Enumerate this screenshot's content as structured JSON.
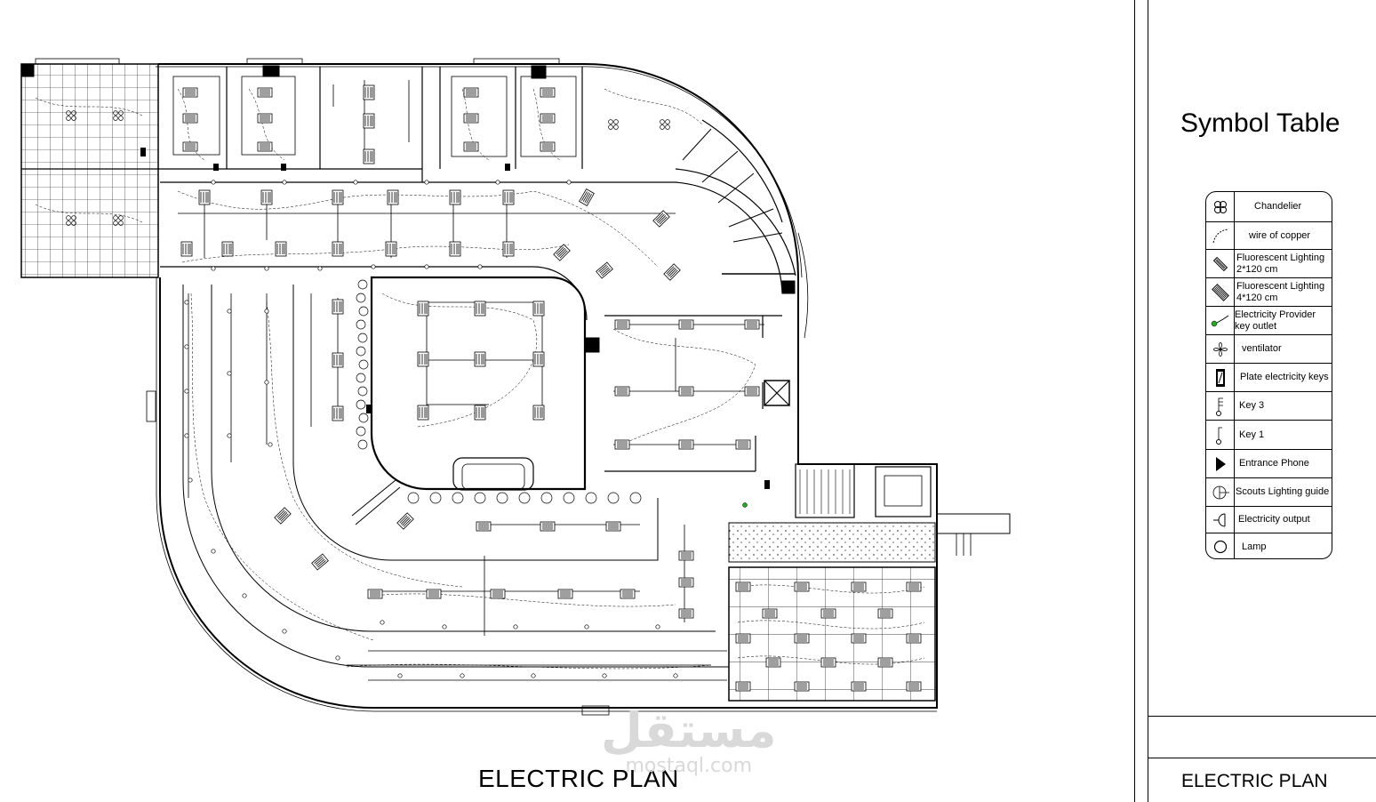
{
  "plan": {
    "title": "ELECTRIC PLAN"
  },
  "watermark": {
    "arabic": "مستقل",
    "latin": "mostaql.com"
  },
  "title_block": {
    "symbol_table_title": "Symbol Table",
    "footer_title": "ELECTRIC PLAN",
    "symbols": [
      {
        "icon": "chandelier-icon",
        "label": "Chandelier"
      },
      {
        "icon": "copper-wire-icon",
        "label": "wire of copper"
      },
      {
        "icon": "fluorescent-2x120-icon",
        "label": "Fluorescent Lighting 2*120 cm"
      },
      {
        "icon": "fluorescent-4x120-icon",
        "label": "Fluorescent Lighting 4*120 cm"
      },
      {
        "icon": "provider-key-outlet-icon",
        "label": "Electricity Provider key outlet"
      },
      {
        "icon": "ventilator-icon",
        "label": "ventilator"
      },
      {
        "icon": "plate-key-icon",
        "label": "Plate electricity keys"
      },
      {
        "icon": "key-3-icon",
        "label": "Key 3"
      },
      {
        "icon": "key-1-icon",
        "label": "Key 1"
      },
      {
        "icon": "entrance-phone-icon",
        "label": "Entrance Phone"
      },
      {
        "icon": "scouts-lighting-icon",
        "label": "Scouts Lighting guide"
      },
      {
        "icon": "electricity-output-icon",
        "label": "Electricity output"
      },
      {
        "icon": "lamp-icon",
        "label": "Lamp"
      }
    ],
    "colors": {
      "line": "#000000",
      "outlet_green": "#22aa22",
      "watermark": "#d9d9d9"
    }
  }
}
